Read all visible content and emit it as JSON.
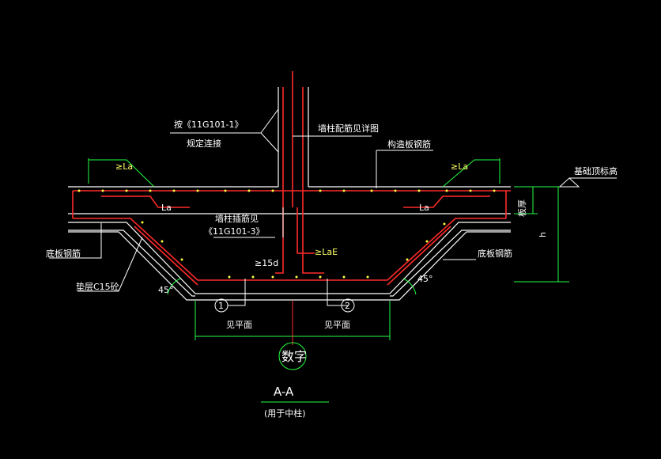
{
  "labels": {
    "connect_ref_1": "按《11G101-1》",
    "connect_ref_2": "规定连接",
    "wall_col_rebar": "墙柱配筋见详图",
    "structural_rebar": "构造板钢筋",
    "foundation_top": "基础顶标高",
    "la_left": "La",
    "la_right": "La",
    "lae_left": "≥La",
    "lae_right": "≥La",
    "dowel_1": "墙柱插筋见",
    "dowel_2": "《11G101-3》",
    "bottom_rebar_left": "底板钢筋",
    "bottom_rebar_right": "底板钢筋",
    "cushion": "垫层C15砼",
    "angle_left": "45°",
    "angle_right": "45°",
    "min_15d": "≥15d",
    "min_lae": "≥LaE",
    "see_plan_1": "见平面",
    "see_plan_2": "见平面",
    "marker_1": "1",
    "marker_2": "2",
    "digit": "数字",
    "section_title": "A-A",
    "section_note": "(用于中柱)",
    "slab_thickness": "板厚",
    "h": "h"
  },
  "colors": {
    "background": "#000000",
    "concrete_outline": "#ffffff",
    "rebar": "#ff2a2a",
    "dimension": "#22ff44",
    "rebar_dots": "#ffff44",
    "leader": "#ffffff"
  }
}
